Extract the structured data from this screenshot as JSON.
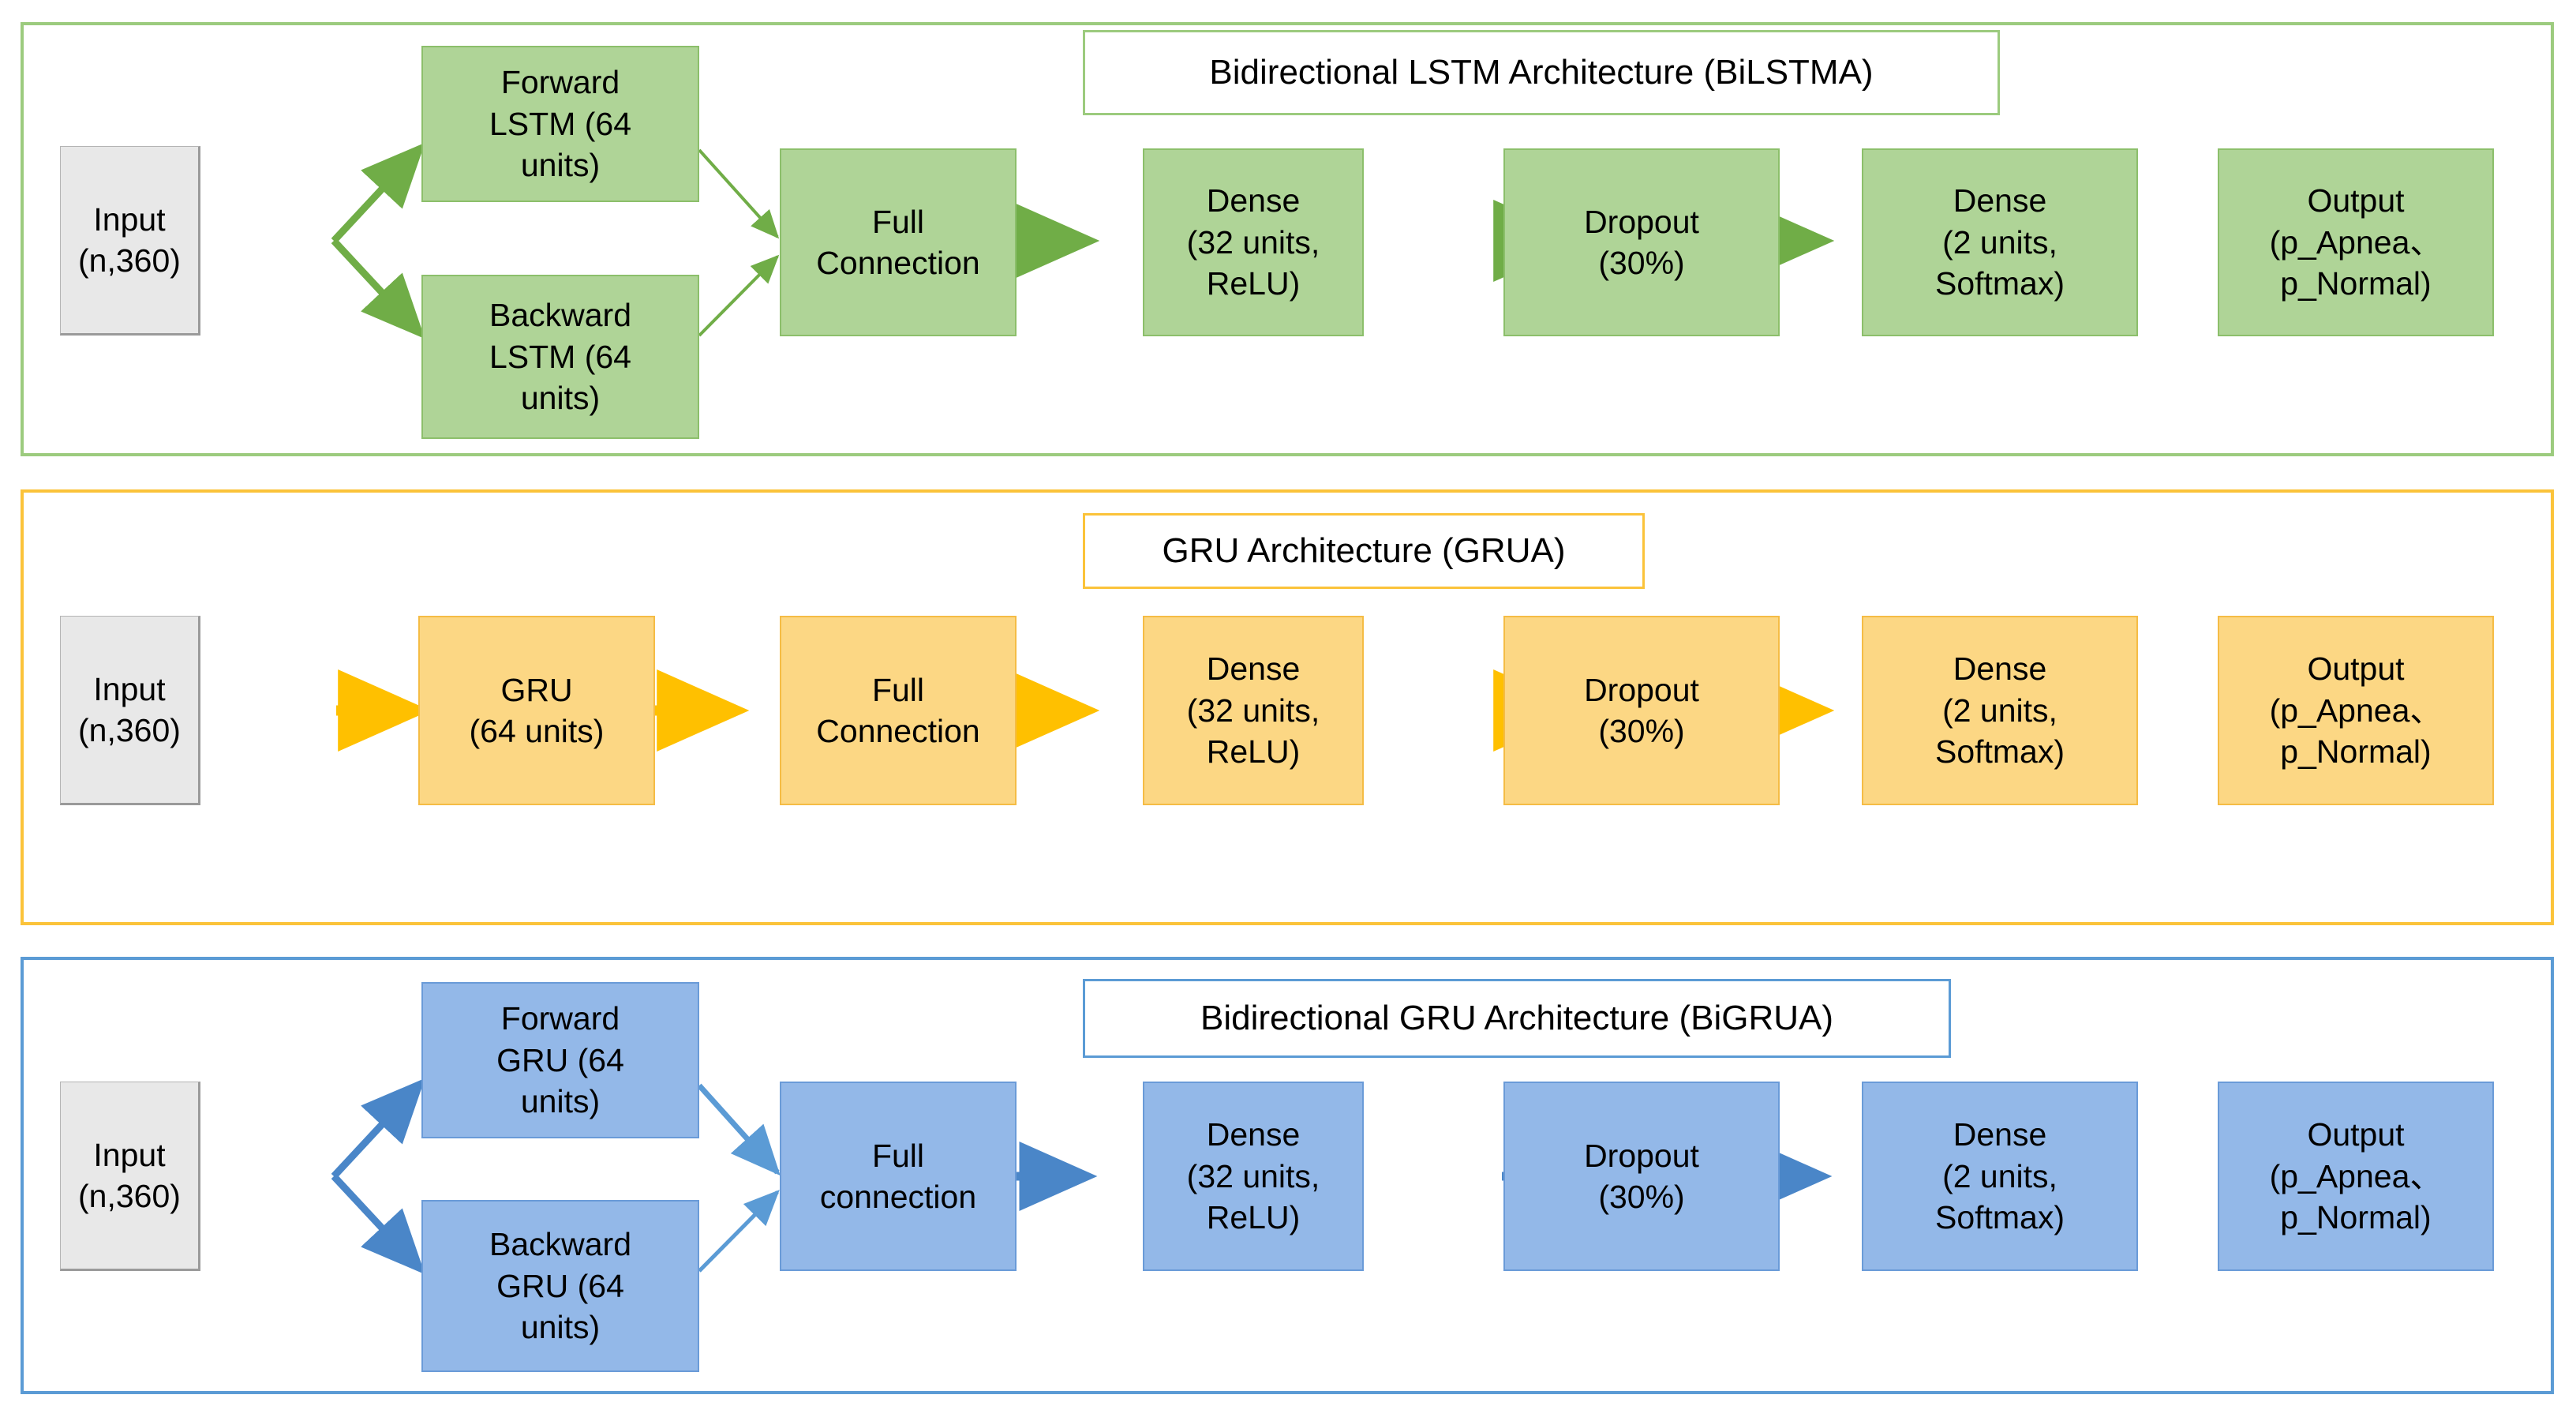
{
  "figure": {
    "type": "diagram",
    "subtype": "neural-network-architecture-flowchart",
    "panel_count": 3
  },
  "colors": {
    "green_fill": "#AFD497",
    "green_stroke": "#8CBF6B",
    "green_arrow": "#70AD47",
    "orange_fill": "#FCD784",
    "orange_stroke": "#F5BC45",
    "orange_arrow": "#FFC000",
    "blue_fill": "#93B8E8",
    "blue_stroke": "#6A9BD8",
    "blue_arrow": "#4A86C8",
    "input_fill": "#E8E8E8",
    "input_stroke": "#9A9A9A",
    "text": "#000000",
    "page_background": "#FFFFFF"
  },
  "panels": [
    {
      "id": "bilstma",
      "title": "Bidirectional LSTM Architecture (BiLSTMA)",
      "accent": "#9CCB7E",
      "topology": "bidirectional",
      "nodes": {
        "input": {
          "lines": [
            "Input",
            "(n,360)"
          ]
        },
        "forward": {
          "lines": [
            "Forward",
            "LSTM (64",
            "units)"
          ]
        },
        "backward": {
          "lines": [
            "Backward",
            "LSTM (64",
            "units)"
          ]
        },
        "merge": {
          "lines": [
            "Full",
            "Connection"
          ]
        },
        "dense1": {
          "lines": [
            "Dense",
            "(32 units,",
            "ReLU)"
          ]
        },
        "dropout": {
          "lines": [
            "Dropout",
            "(30%)"
          ]
        },
        "dense2": {
          "lines": [
            "Dense",
            "(2 units,",
            "Softmax)"
          ]
        },
        "output": {
          "lines": [
            "Output",
            "(p_Apnea、",
            "p_Normal)"
          ]
        }
      }
    },
    {
      "id": "grua",
      "title": "GRU Architecture (GRUA)",
      "accent": "#FBC33A",
      "topology": "sequential",
      "nodes": {
        "input": {
          "lines": [
            "Input",
            "(n,360)"
          ]
        },
        "rnn": {
          "lines": [
            "GRU",
            "(64 units)"
          ]
        },
        "merge": {
          "lines": [
            "Full",
            "Connection"
          ]
        },
        "dense1": {
          "lines": [
            "Dense",
            "(32 units,",
            "ReLU)"
          ]
        },
        "dropout": {
          "lines": [
            "Dropout",
            "(30%)"
          ]
        },
        "dense2": {
          "lines": [
            "Dense",
            "(2 units,",
            "Softmax)"
          ]
        },
        "output": {
          "lines": [
            "Output",
            "(p_Apnea、",
            "p_Normal)"
          ]
        }
      }
    },
    {
      "id": "bigrua",
      "title": "Bidirectional GRU Architecture (BiGRUA)",
      "accent": "#5B9BD5",
      "topology": "bidirectional",
      "nodes": {
        "input": {
          "lines": [
            "Input",
            "(n,360)"
          ]
        },
        "forward": {
          "lines": [
            "Forward",
            "GRU  (64",
            "units)"
          ]
        },
        "backward": {
          "lines": [
            "Backward",
            "GRU  (64",
            "units)"
          ]
        },
        "merge": {
          "lines": [
            "Full",
            "connection"
          ]
        },
        "dense1": {
          "lines": [
            "Dense",
            "(32 units,",
            "ReLU)"
          ]
        },
        "dropout": {
          "lines": [
            "Dropout",
            "(30%)"
          ]
        },
        "dense2": {
          "lines": [
            "Dense",
            "(2 units,",
            "Softmax)"
          ]
        },
        "output": {
          "lines": [
            "Output",
            "(p_Apnea、",
            "p_Normal)"
          ]
        }
      }
    }
  ]
}
